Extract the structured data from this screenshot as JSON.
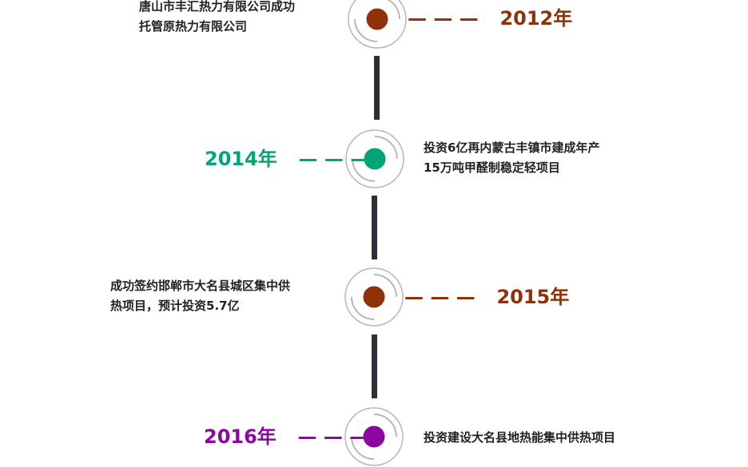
{
  "colors": {
    "connector": "#2e3038",
    "ring": "#b7b7b7",
    "y2012": "#8f3109",
    "y2014": "#00a676",
    "y2015": "#8f3109",
    "y2016": "#8c06a0"
  },
  "events": [
    {
      "year": "2012年",
      "dashes": "— — —",
      "lines": [
        "唐山市丰汇热力有限公司成功",
        "托管原热力有限公司"
      ]
    },
    {
      "year": "2014年",
      "dashes": "— — —",
      "lines": [
        "投资6亿再内蒙古丰镇市建成年产",
        "15万吨甲醛制稳定轻项目"
      ]
    },
    {
      "year": "2015年",
      "dashes": "— — —",
      "lines": [
        "成功签约邯郸市大名县城区集中供",
        "热项目，预计投资5.7亿"
      ]
    },
    {
      "year": "2016年",
      "dashes": "— — —",
      "lines": [
        "投资建设大名县地热能集中供热项目"
      ]
    }
  ]
}
